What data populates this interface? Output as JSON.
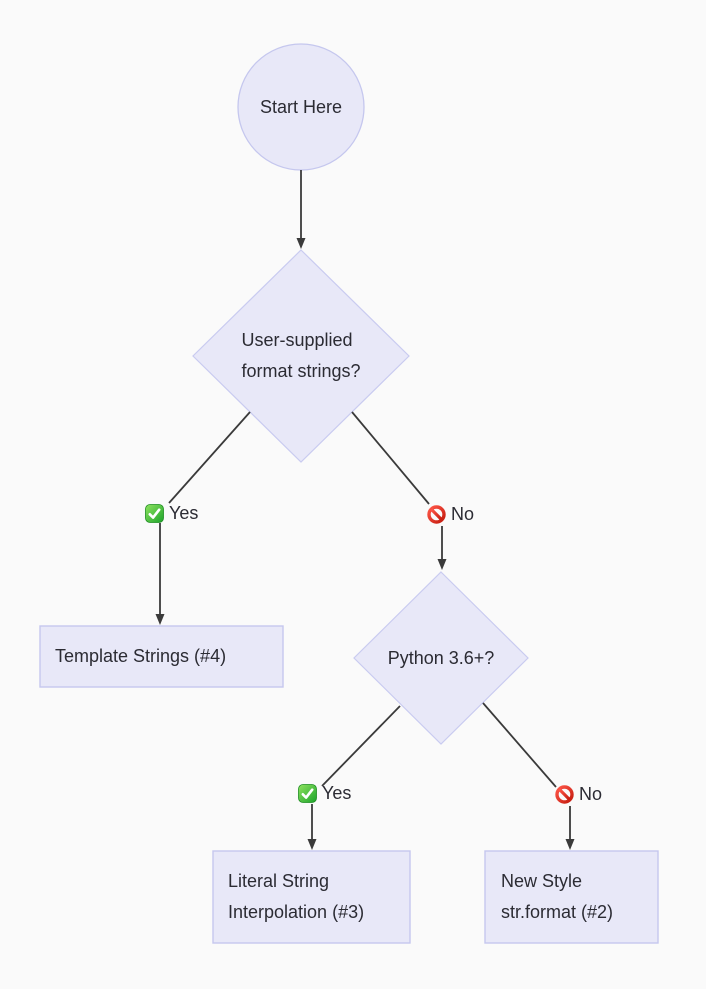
{
  "canvas": {
    "background": "#fafafa"
  },
  "flowchart": {
    "start": {
      "label": "Start Here"
    },
    "decisions": {
      "user_supplied": {
        "line1": "User-supplied",
        "line2": "format strings?"
      },
      "python36": {
        "label": "Python 3.6+?"
      }
    },
    "results": {
      "template_strings": {
        "label": "Template Strings (#4)"
      },
      "literal_interpolation": {
        "line1": "Literal String",
        "line2": "Interpolation (#3)"
      },
      "new_style": {
        "line1": "New Style",
        "line2": "str.format (#2)"
      }
    },
    "edge_labels": {
      "yes": "Yes",
      "no": "No"
    },
    "icons": {
      "yes": "check-mark-button",
      "no": "prohibited-sign"
    },
    "colors": {
      "background": "#fafafa",
      "node_fill": "#e8e8f8",
      "node_border": "#c5c7ee",
      "edge": "#3a3a3a",
      "text": "#2b2b33",
      "yes_green": "#2aa734",
      "no_red": "#dd2c1a"
    }
  }
}
